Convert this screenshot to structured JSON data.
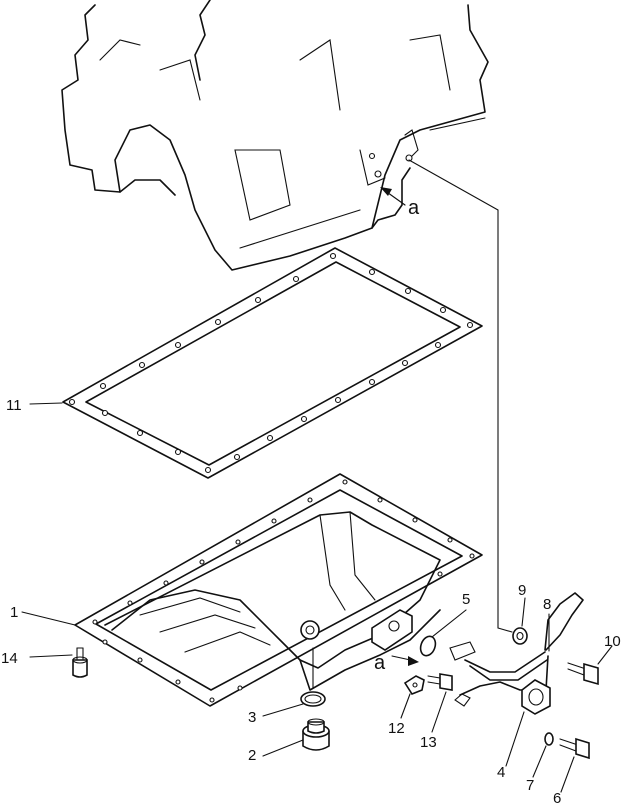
{
  "callouts": {
    "c1": "1",
    "c2": "2",
    "c3": "3",
    "c4": "4",
    "c5": "5",
    "c6": "6",
    "c7": "7",
    "c8": "8",
    "c9": "9",
    "c10": "10",
    "c11": "11",
    "c12": "12",
    "c13": "13",
    "c14": "14",
    "ref_top": "a",
    "ref_bottom": "a"
  }
}
